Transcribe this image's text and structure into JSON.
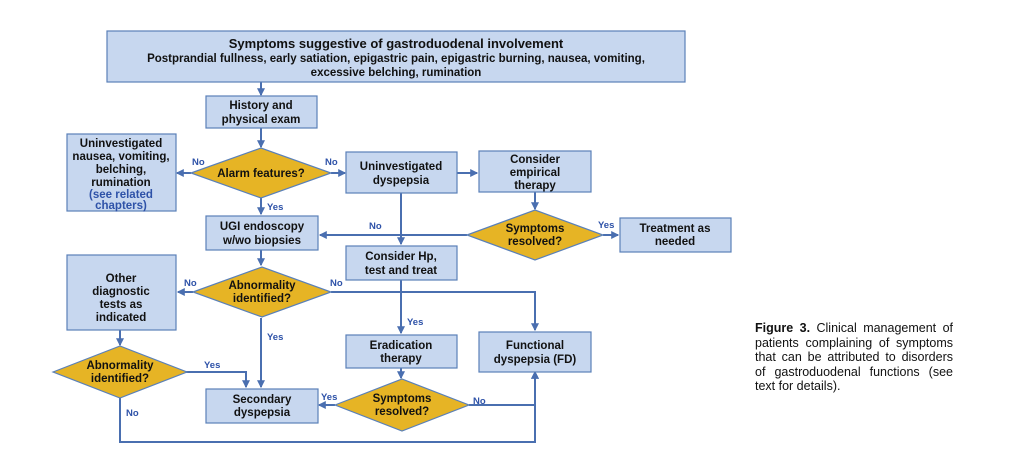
{
  "nodes": {
    "top": [
      "Symptoms suggestive of gastroduodenal involvement",
      "Postprandial fullness, early satiation, epigastric pain, epigastric burning, nausea, vomiting,",
      "excessive belching, rumination"
    ],
    "history": [
      "History and",
      "physical exam"
    ],
    "alarm": [
      "Alarm features?"
    ],
    "uninv_nausea": [
      "Uninvestigated",
      "nausea, vomiting,",
      "belching,",
      "rumination"
    ],
    "uninv_nausea_ref": [
      "(see related",
      "chapters)"
    ],
    "uninv_dyspepsia": [
      "Uninvestigated",
      "dyspepsia"
    ],
    "empirical": [
      "Consider",
      "empirical",
      "therapy"
    ],
    "ugi": [
      "UGI endoscopy",
      "w/wo biopsies"
    ],
    "sym_resolved_1": [
      "Symptoms",
      "resolved?"
    ],
    "treatment": [
      "Treatment as",
      "needed"
    ],
    "hp": [
      "Consider Hp,",
      "test and treat"
    ],
    "abn_1": [
      "Abnormality",
      "identified?"
    ],
    "other_tests": [
      "Other",
      "diagnostic",
      "tests as",
      "indicated"
    ],
    "eradication": [
      "Eradication",
      "therapy"
    ],
    "fd": [
      "Functional",
      "dyspepsia (FD)"
    ],
    "abn_2": [
      "Abnormality",
      "identified?"
    ],
    "secondary": [
      "Secondary",
      "dyspepsia"
    ],
    "sym_resolved_2": [
      "Symptoms",
      "resolved?"
    ]
  },
  "edge_labels": {
    "alarm_no_left": "No",
    "alarm_no_right": "No",
    "alarm_yes": "Yes",
    "sym1_no": "No",
    "sym1_yes": "Yes",
    "abn1_no_left": "No",
    "abn1_no_right": "No",
    "abn1_yes": "Yes",
    "hp_yes": "Yes",
    "abn2_yes": "Yes",
    "abn2_no": "No",
    "sym2_yes": "Yes",
    "sym2_no": "No"
  },
  "caption": {
    "label": "Figure 3.",
    "text": "Clinical management of patients complaining of symptoms that can be attributed to disorders of gastroduodenal functions (see text for details)."
  }
}
